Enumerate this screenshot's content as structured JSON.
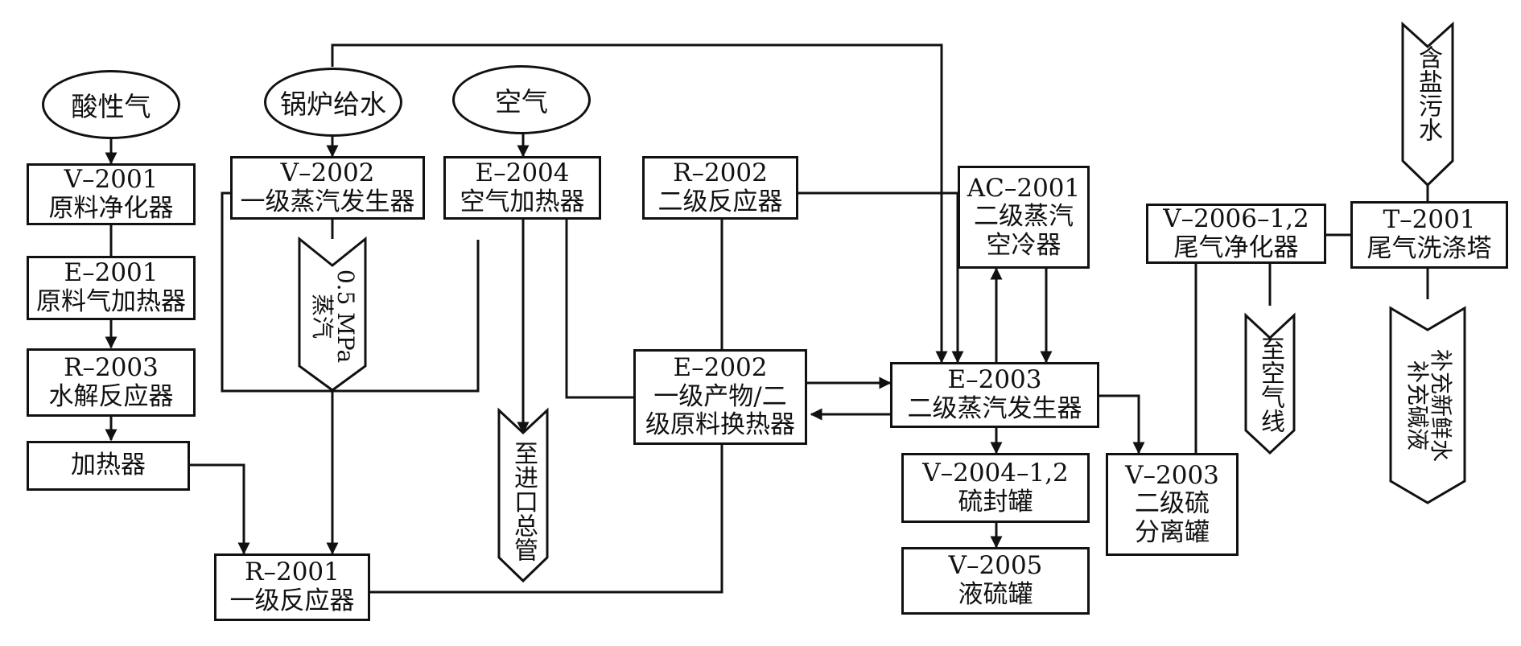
{
  "sources": {
    "acid_gas": "酸性气",
    "boiler_feed_water": "锅炉给水",
    "air": "空气"
  },
  "equipment": {
    "v2001": {
      "tag": "V–2001",
      "name": "原料净化器"
    },
    "e2001": {
      "tag": "E–2001",
      "name": "原料气加热器"
    },
    "r2003": {
      "tag": "R–2003",
      "name": "水解反应器"
    },
    "heater": {
      "name": "加热器"
    },
    "v2002": {
      "tag": "V–2002",
      "name": "一级蒸汽发生器"
    },
    "e2004": {
      "tag": "E–2004",
      "name": "空气加热器"
    },
    "r2002": {
      "tag": "R–2002",
      "name": "二级反应器"
    },
    "e2002": {
      "tag": "E–2002",
      "name_line1": "一级产物/二",
      "name_line2": "级原料换热器"
    },
    "r2001": {
      "tag": "R–2001",
      "name": "一级反应器"
    },
    "ac2001": {
      "tag": "AC–2001",
      "name_line1": "二级蒸汽",
      "name_line2": "空冷器"
    },
    "e2003": {
      "tag": "E–2003",
      "name": "二级蒸汽发生器"
    },
    "v2004": {
      "tag": "V–2004–1,2",
      "name": "硫封罐"
    },
    "v2005": {
      "tag": "V–2005",
      "name": "液硫罐"
    },
    "v2003": {
      "tag": "V–2003",
      "name_line1": "二级硫",
      "name_line2": "分离罐"
    },
    "v2006": {
      "tag": "V–2006–1,2",
      "name": "尾气净化器"
    },
    "t2001": {
      "tag": "T–2001",
      "name": "尾气洗涤塔"
    }
  },
  "streams": {
    "steam_label_line1": "0.5 MPa",
    "steam_label_line2": "蒸汽",
    "to_inlet_header": "至进口总管",
    "salty_wastewater": "含盐污水",
    "to_atmosphere": "至空气线",
    "makeup_line1": "补充新鲜水",
    "makeup_line2": "补充碱液"
  },
  "colors": {
    "line": "#111111",
    "background": "#ffffff"
  }
}
